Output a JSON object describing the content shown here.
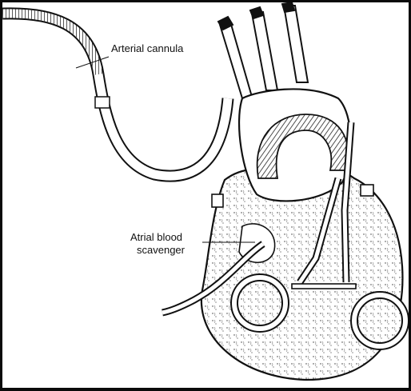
{
  "labels": {
    "arterial_cannula": "Arterial cannula",
    "atrial_scavenger_line1": "Atrial blood",
    "atrial_scavenger_line2": "scavenger"
  }
}
